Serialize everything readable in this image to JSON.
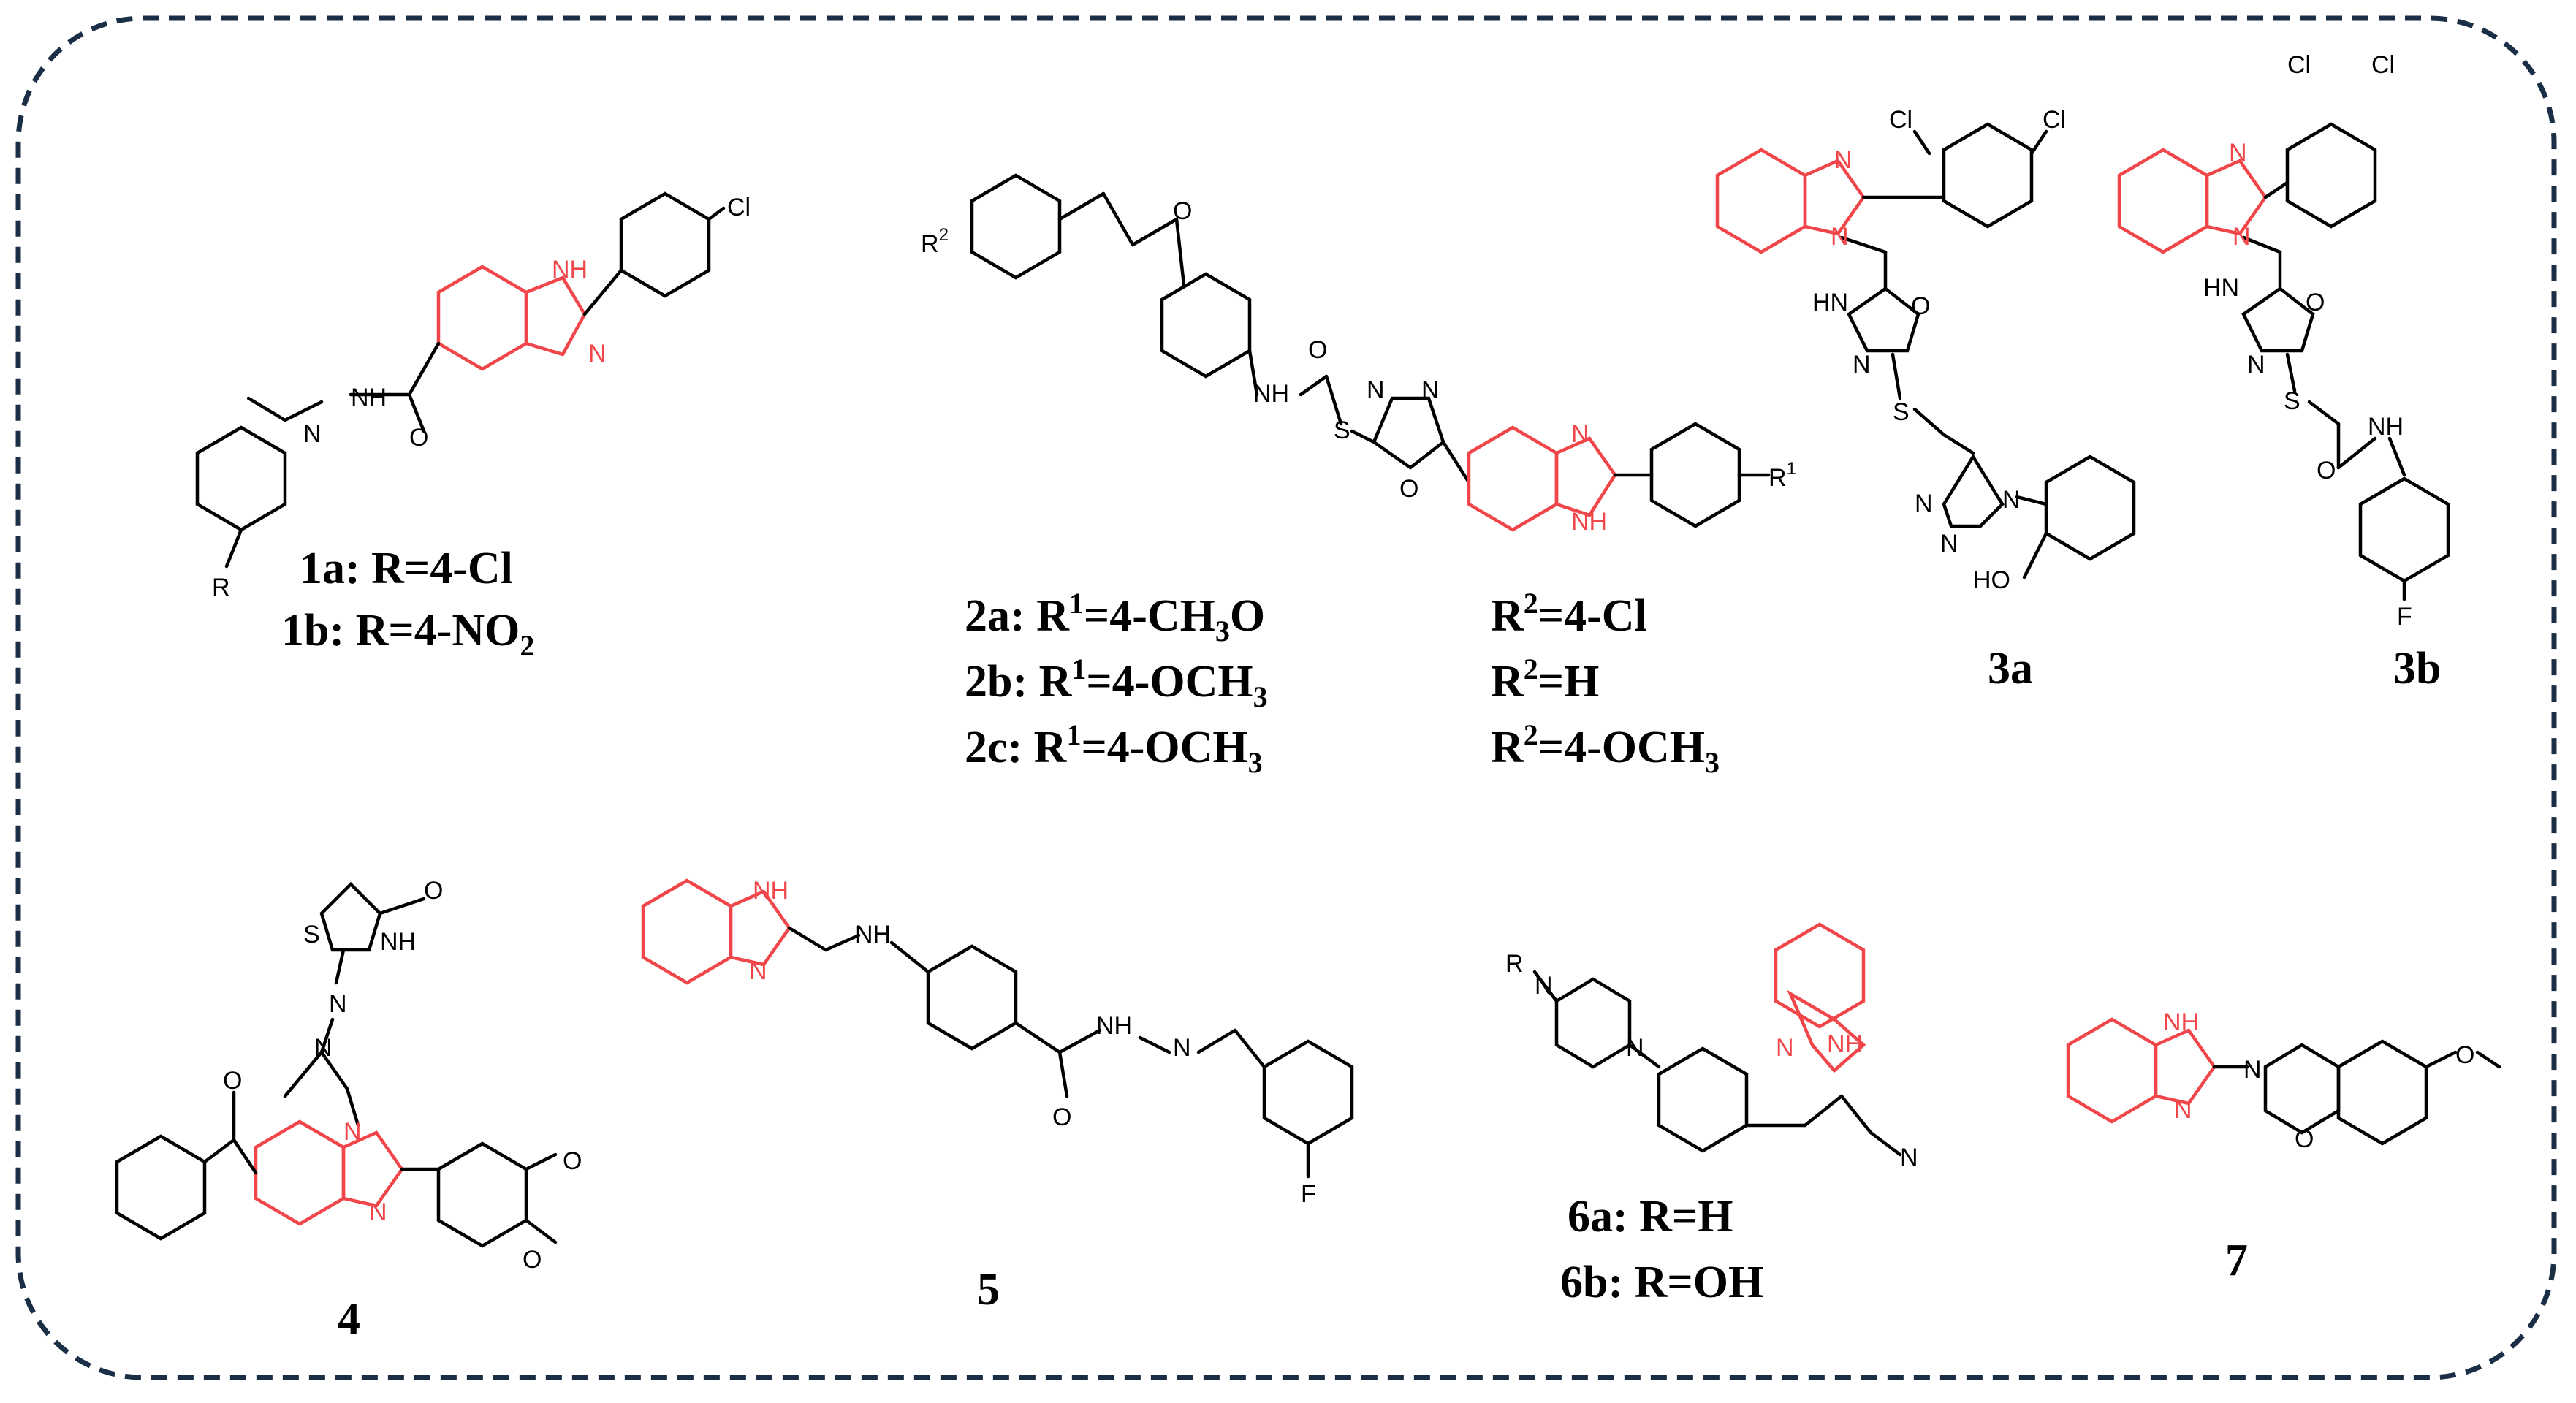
{
  "colors": {
    "highlight": "#f0464a",
    "bond": "#000000",
    "frame": "#1a2e45"
  },
  "labels": {
    "c1a": "1a: R=4-Cl",
    "c1b_pre": "1b: R=4-NO",
    "c1b_sub": "2",
    "c2a": [
      "2a: R",
      "1",
      "=4-CH",
      "3",
      "O"
    ],
    "c2b": [
      "2b: R",
      "1",
      "=4-OCH",
      "3"
    ],
    "c2c": [
      "2c: R",
      "1",
      "=4-OCH",
      "3"
    ],
    "r2a": [
      "R",
      "2",
      "=4-Cl"
    ],
    "r2b": [
      "R",
      "2",
      "=H"
    ],
    "r2c": [
      "R",
      "2",
      "=4-OCH",
      "3"
    ],
    "c3a": "3a",
    "c3b": "3b",
    "c4": "4",
    "c5": "5",
    "c6a": "6a: R=H",
    "c6b": "6b: R=OH",
    "c7": "7"
  },
  "atoms": {
    "cl": "Cl",
    "nh": "NH",
    "n": "N",
    "o": "O",
    "s": "S",
    "f": "F",
    "r": "R",
    "hn": "HN",
    "ho": "HO",
    "r1": "R",
    "r1sup": "1",
    "r2": "R",
    "r2sup": "2",
    "cn": "N"
  }
}
